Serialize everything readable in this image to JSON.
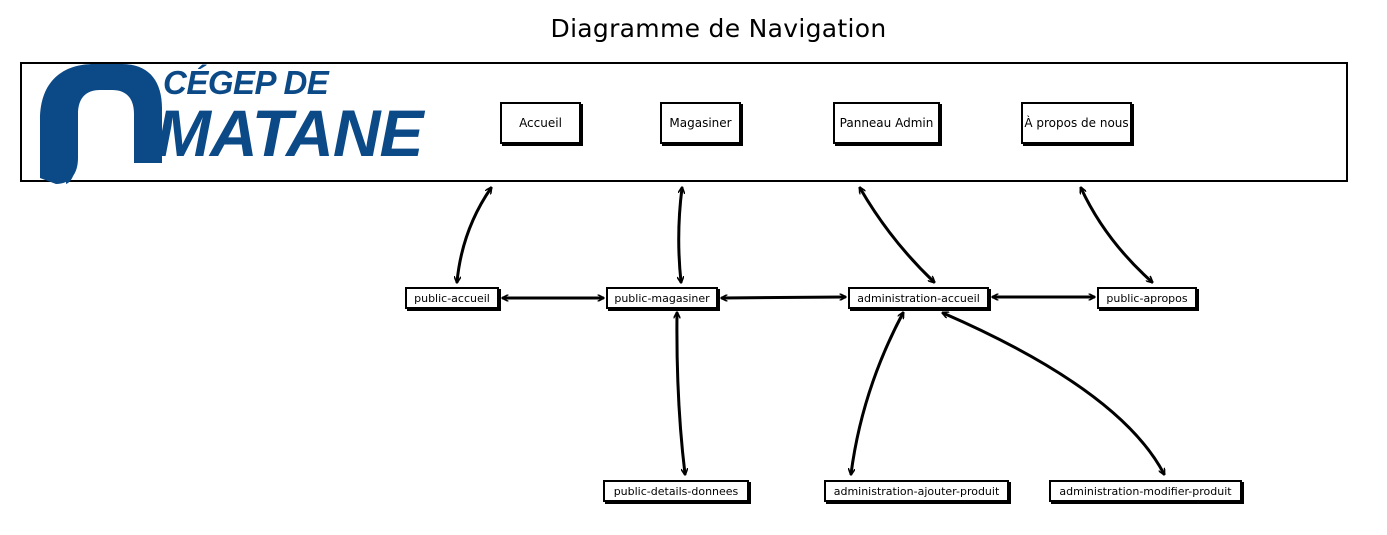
{
  "title": "Diagramme de Navigation",
  "logo": {
    "line1": "CÉGEP DE",
    "line2": "MATANE",
    "color": "#0c4a87"
  },
  "nav": {
    "accueil": "Accueil",
    "magasiner": "Magasiner",
    "panneau_admin": "Panneau Admin",
    "apropos": "À propos de nous"
  },
  "nodes": {
    "public_accueil": "public-accueil",
    "public_magasiner": "public-magasiner",
    "administration_accueil": "administration-accueil",
    "public_apropos": "public-apropos",
    "public_details_donnees": "public-details-donnees",
    "administration_ajouter_produit": "administration-ajouter-produit",
    "administration_modifier_produit": "administration-modifier-produit"
  }
}
